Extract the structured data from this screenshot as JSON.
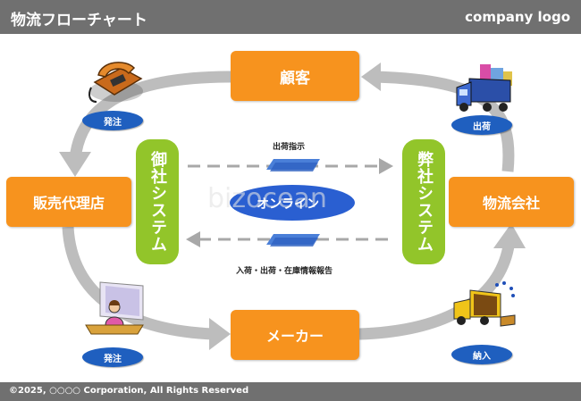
{
  "header": {
    "title": "物流フローチャート",
    "logo": "company logo"
  },
  "footer": {
    "copyright": "©2025, ○○○○ Corporation, All Rights Reserved"
  },
  "nodes": {
    "customer": "顧客",
    "distributor": "販売代理店",
    "logistics": "物流会社",
    "maker": "メーカー"
  },
  "systems": {
    "left": "御社システム",
    "right": "弊社システム"
  },
  "center": {
    "online": "オンライン",
    "top_label": "出荷指示",
    "bottom_label": "入荷・出荷・在庫情報報告"
  },
  "badges": {
    "top_left": "発注",
    "top_right": "出荷",
    "bottom_left": "発注",
    "bottom_right": "納入"
  },
  "watermark": "bizocean",
  "icons": [
    "telephone-icon",
    "truck-icon",
    "office-worker-icon",
    "delivery-truck-icon",
    "document-icon"
  ],
  "colors": {
    "node": "#f7931e",
    "system": "#92c52a",
    "badge": "#1f5fbf",
    "arrow": "#b8b8b8",
    "bar": "#707070"
  }
}
